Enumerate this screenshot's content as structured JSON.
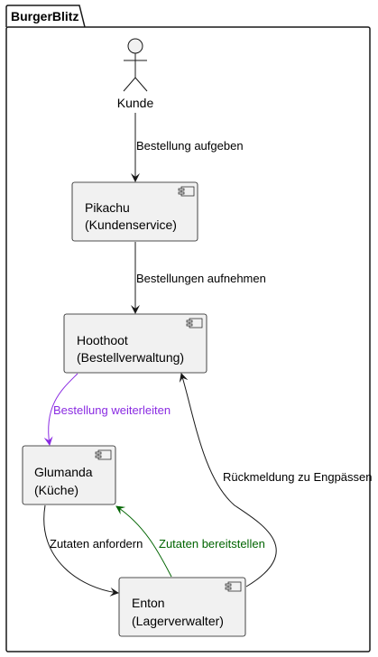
{
  "package": {
    "title": "BurgerBlitz"
  },
  "actor": {
    "label": "Kunde"
  },
  "components": {
    "pikachu": {
      "line1": "Pikachu",
      "line2": "(Kundenservice)"
    },
    "hoothoot": {
      "line1": "Hoothoot",
      "line2": "(Bestellverwaltung)"
    },
    "glumanda": {
      "line1": "Glumanda",
      "line2": "(Küche)"
    },
    "enton": {
      "line1": "Enton",
      "line2": "(Lagerverwalter)"
    }
  },
  "edges": {
    "kunde_pikachu": {
      "label": "Bestellung aufgeben",
      "color": "#181818"
    },
    "pikachu_hoothoot": {
      "label": "Bestellungen aufnehmen",
      "color": "#181818"
    },
    "hoothoot_glumanda": {
      "label": "Bestellung weiterleiten",
      "color": "#8a2be2"
    },
    "glumanda_enton": {
      "label": "Zutaten anfordern",
      "color": "#181818"
    },
    "enton_glumanda": {
      "label": "Zutaten bereitstellen",
      "color": "#006400"
    },
    "enton_hoothoot": {
      "label": "Rückmeldung zu Engpässen",
      "color": "#181818"
    }
  }
}
